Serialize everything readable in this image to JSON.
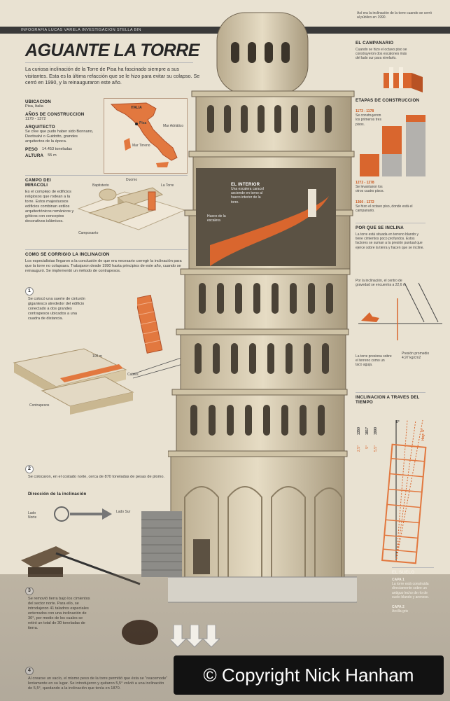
{
  "header": {
    "credit": "INFOGRAFIA LUCAS VARELA  INVESTIGACION STELLA BIN",
    "title": "AGUANTE LA TORRE",
    "intro": "La curiosa inclinación de la Torre de Pisa ha fascinado siempre a sus visitantes. Esta es la última refacción que se le hizo para evitar su colapso. Se cerró en 1990, y la reinauguraron este año."
  },
  "top_right_note": "Así era la inclinación de la torre cuando se cerró al público en 1990.",
  "facts": {
    "ubicacion_label": "UBICACION",
    "ubicacion": "Pisa, Italia",
    "anos_label": "AÑOS DE CONSTRUCCION",
    "anos": "1179 - 1372",
    "arquitecto_label": "ARQUITECTO",
    "arquitecto": "Se cree que pudo haber sido Bonnano, Deotisalvi o Guidotto, grandes arquitectos de la época.",
    "peso_label": "PESO",
    "peso": "14.453 toneladas",
    "altura_label": "ALTURA",
    "altura": "55 m"
  },
  "map": {
    "country": "ITALIA",
    "city1": "Mar Adriático",
    "city2": "Mar Tirreno",
    "pisa": "Pisa"
  },
  "miracoli": {
    "heading": "CAMPO DEI MIRACOLI",
    "text": "Es el complejo de edificios religiosos que rodean a la torre. Estos majestuosos edificios combinan estilos arquitectónicos románicos y góticos con conceptos decorativos islámicos.",
    "baptisterio": "Baptisterio",
    "duomo": "Duomo",
    "torre": "La Torre",
    "camposanto": "Camposanto"
  },
  "correccion": {
    "heading": "COMO SE CORRIGIO LA INCLINACION",
    "text": "Los especialistas llegaron a la conclusión de que era necesario corregir la inclinación para que la torre no colapsara. Trabajaron desde 1990 hasta principios de este año, cuando se reinauguró. Se implementó un método de contrapesos.",
    "step1_num": "1",
    "step1": "Se colocó una suerte de cinturón gigantesco alrededor del edificio conectado a dos grandes contrapesos ubicados a una cuadra de distancia.",
    "cables": "Cables",
    "contrapesos": "Contrapesos",
    "distance": "100 m",
    "step2_num": "2",
    "step2": "Se colocaron, en el costado norte, cerca de 870 toneladas de pesas de plomo.",
    "direccion": "Dirección de la inclinación",
    "lado_norte": "Lado Norte",
    "lado_sur": "Lado Sur",
    "step3_num": "3",
    "step3": "Se removió tierra bajo los cimientos del sector norte. Para ello, se introdujeron 41 taladros especiales enterrados con una inclinación de 30°, por medio de los cuales se retiró un total de 30 toneladas de tierra.",
    "step4_num": "4",
    "step4": "Al crearse un vacío, el mismo peso de la torre permitió que ésta se \"reacomode\" lentamente en su lugar. Se introdujeron y quitaron 5,5° volvió a una inclinación de 5,5°, quedando a la inclinación que tenía en 1870."
  },
  "interior": {
    "heading": "EL INTERIOR",
    "text": "Una escalera caracol asciende en torno al hueco interior de la torre.",
    "hueco": "Hueco de la escalera"
  },
  "campanario": {
    "heading": "EL CAMPANARIO",
    "text": "Cuando se hizo el octavo piso se construyeron dos escalones más del lado sur para nivelarlo."
  },
  "etapas": {
    "heading": "ETAPAS DE CONSTRUCCION",
    "e1_years": "1173 - 1178",
    "e1": "Se construyeron los primeros tres pisos.",
    "e2_years": "1272 - 1278",
    "e2": "Se levantaron los otros cuatro pisos.",
    "e3_years": "1360 - 1372",
    "e3": "Se hizo el octavo piso, donde está el campanario."
  },
  "inclina": {
    "heading": "POR QUE SE INCLINA",
    "text": "La torre está situada en terreno blando y tiene cimientos poco profundos. Estos factores se suman a la presión puntual que ejerce sobre la tierra y hacen que se incline.",
    "centro": "Por la inclinación, el centro de gravedad se encuentra a 22,6 m",
    "presiona": "La torre presiona sobre el terreno como un taco aguja.",
    "presion": "Presión promedio 4,97 kg/cm2"
  },
  "tiempo": {
    "heading": "INCLINACION A TRAVES DEL TIEMPO",
    "zero": "0°",
    "years": [
      "1350",
      "1817",
      "1990"
    ],
    "angles": [
      "2,5°",
      "5°",
      "5,5°"
    ],
    "now": "Hoy: 5°"
  },
  "suelo": {
    "heading": "EL SUELO",
    "capa1": "CAPA 1",
    "capa1_text": "La torre está construida directamente sobre un antiguo lecho de río de suelo blando y arenoso.",
    "capa2": "CAPA 2",
    "capa2_text": "Arcilla gris"
  },
  "copyright": "© Copyright Nick Hanham",
  "colors": {
    "accent": "#d9662e",
    "stone": "#d7cbb0",
    "dark": "#262626"
  }
}
